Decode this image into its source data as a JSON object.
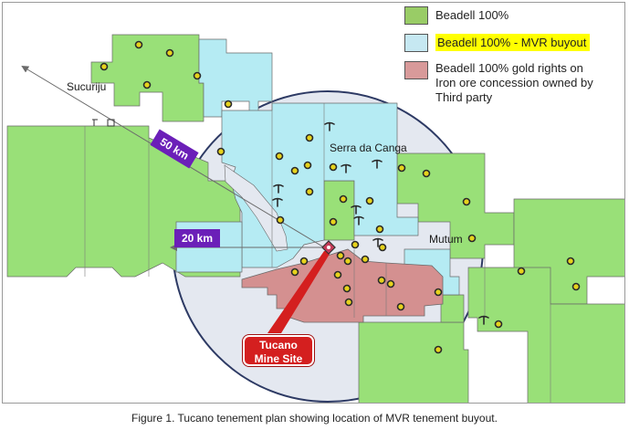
{
  "legend": {
    "items": [
      {
        "label": "Beadell 100%",
        "color": "#99cc66",
        "highlight": false
      },
      {
        "label": "Beadell 100% - MVR buyout",
        "color": "#c6e8f2",
        "highlight": true,
        "highlight_color": "#ffff00"
      },
      {
        "label": "Beadell 100% gold rights on\nIron ore concession owned by\nThird party",
        "color": "#d89a9a",
        "highlight": false
      }
    ]
  },
  "map": {
    "place_labels": {
      "sucuriju": "Sucuriju",
      "serra": "Serra da Canga",
      "mutum": "Mutum"
    },
    "distance_labels": {
      "radius_50": "50 km",
      "radius_20": "20 km"
    },
    "site_label": "Tucano\nMine Site",
    "colors": {
      "green": "#99e078",
      "blue": "#b5ebf3",
      "red": "#d49090",
      "circle_fill": "#e4e8f0",
      "circle_stroke": "#2d3a64",
      "dot_fill": "#e6d21c",
      "dot_stroke": "#2a2a2a",
      "distance_badge": "#6b1fb8",
      "site_badge": "#d41f1f"
    },
    "icons": {
      "prospect": "pickaxe-icon",
      "target": "target-diamond-icon"
    }
  },
  "caption": "Figure 1. Tucano tenement plan showing location of MVR tenement buyout."
}
